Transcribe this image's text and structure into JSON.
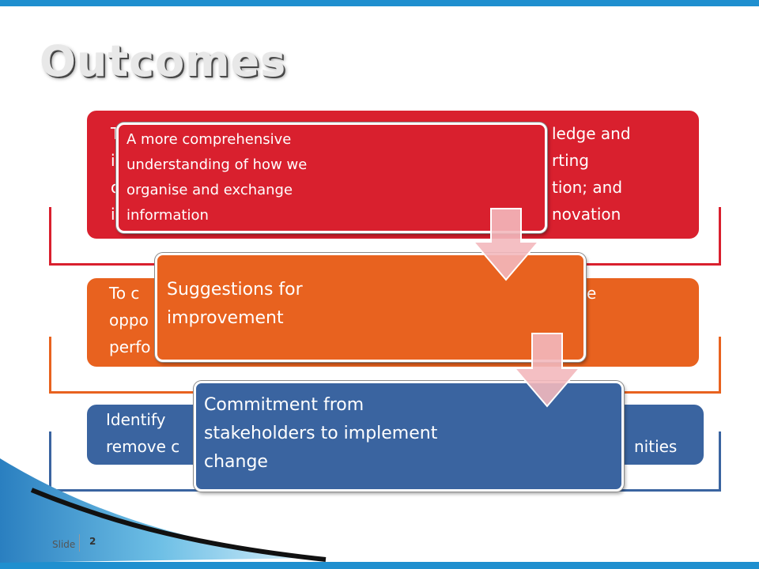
{
  "slide": {
    "title": "Outcomes",
    "footer_label": "Slide",
    "slide_number": "2"
  },
  "rows": [
    {
      "color": "#d9202e",
      "left_lines": [
        "To",
        "i",
        "o",
        "i"
      ],
      "right_lines": [
        "ledge and",
        "rting",
        "tion; and",
        "novation"
      ]
    },
    {
      "color": "#e8621f",
      "left_lines": [
        "To c",
        "oppo",
        "perfo"
      ],
      "right_lines": [
        "e"
      ]
    },
    {
      "color": "#3a64a0",
      "left_lines": [
        "Identify",
        "remove c"
      ],
      "right_lines": [
        "nities"
      ]
    }
  ],
  "callouts": [
    {
      "color": "#d9202e",
      "lines": [
        "A more comprehensive",
        "understanding of how we",
        "organise and exchange",
        "information"
      ]
    },
    {
      "color": "#e8621f",
      "lines": [
        "Suggestions for",
        "improvement"
      ]
    },
    {
      "color": "#3a64a0",
      "lines": [
        "Commitment from",
        "stakeholders to implement",
        "change"
      ]
    }
  ],
  "colors": {
    "accent_bar": "#1f8fcf",
    "arrow_fill": "#f3b8bd"
  }
}
